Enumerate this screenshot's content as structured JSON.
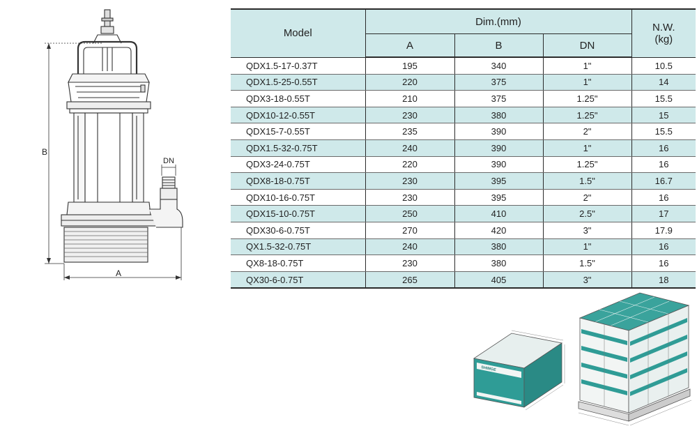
{
  "drawing": {
    "label_a": "A",
    "label_b": "B",
    "label_dn": "DN"
  },
  "table": {
    "header": {
      "model": "Model",
      "dim": "Dim.(mm)",
      "a": "A",
      "b": "B",
      "dn": "DN",
      "nw_line1": "N.W.",
      "nw_line2": "(kg)"
    },
    "rows": [
      {
        "model": "QDX1.5-17-0.37T",
        "a": "195",
        "b": "340",
        "dn": "1\"",
        "nw": "10.5"
      },
      {
        "model": "QDX1.5-25-0.55T",
        "a": "220",
        "b": "375",
        "dn": "1\"",
        "nw": "14"
      },
      {
        "model": "QDX3-18-0.55T",
        "a": "210",
        "b": "375",
        "dn": "1.25\"",
        "nw": "15.5"
      },
      {
        "model": "QDX10-12-0.55T",
        "a": "230",
        "b": "380",
        "dn": "1.25\"",
        "nw": "15"
      },
      {
        "model": "QDX15-7-0.55T",
        "a": "235",
        "b": "390",
        "dn": "2\"",
        "nw": "15.5"
      },
      {
        "model": "QDX1.5-32-0.75T",
        "a": "240",
        "b": "390",
        "dn": "1\"",
        "nw": "16"
      },
      {
        "model": "QDX3-24-0.75T",
        "a": "220",
        "b": "390",
        "dn": "1.25\"",
        "nw": "16"
      },
      {
        "model": "QDX8-18-0.75T",
        "a": "230",
        "b": "395",
        "dn": "1.5\"",
        "nw": "16.7"
      },
      {
        "model": "QDX10-16-0.75T",
        "a": "230",
        "b": "395",
        "dn": "2\"",
        "nw": "16"
      },
      {
        "model": "QDX15-10-0.75T",
        "a": "250",
        "b": "410",
        "dn": "2.5\"",
        "nw": "17"
      },
      {
        "model": "QDX30-6-0.75T",
        "a": "270",
        "b": "420",
        "dn": "3\"",
        "nw": "17.9"
      },
      {
        "model": "QX1.5-32-0.75T",
        "a": "240",
        "b": "380",
        "dn": "1\"",
        "nw": "16"
      },
      {
        "model": "QX8-18-0.75T",
        "a": "230",
        "b": "380",
        "dn": "1.5\"",
        "nw": "16"
      },
      {
        "model": "QX30-6-0.75T",
        "a": "265",
        "b": "405",
        "dn": "3\"",
        "nw": "18"
      }
    ]
  },
  "packaging": {
    "box_brand": "SHIMGE",
    "colors": {
      "box_teal": "#2f9c96",
      "box_light": "#f2f5f4"
    }
  },
  "colors": {
    "row_tint": "#cfe9ea",
    "rule": "#2a2a2a"
  }
}
